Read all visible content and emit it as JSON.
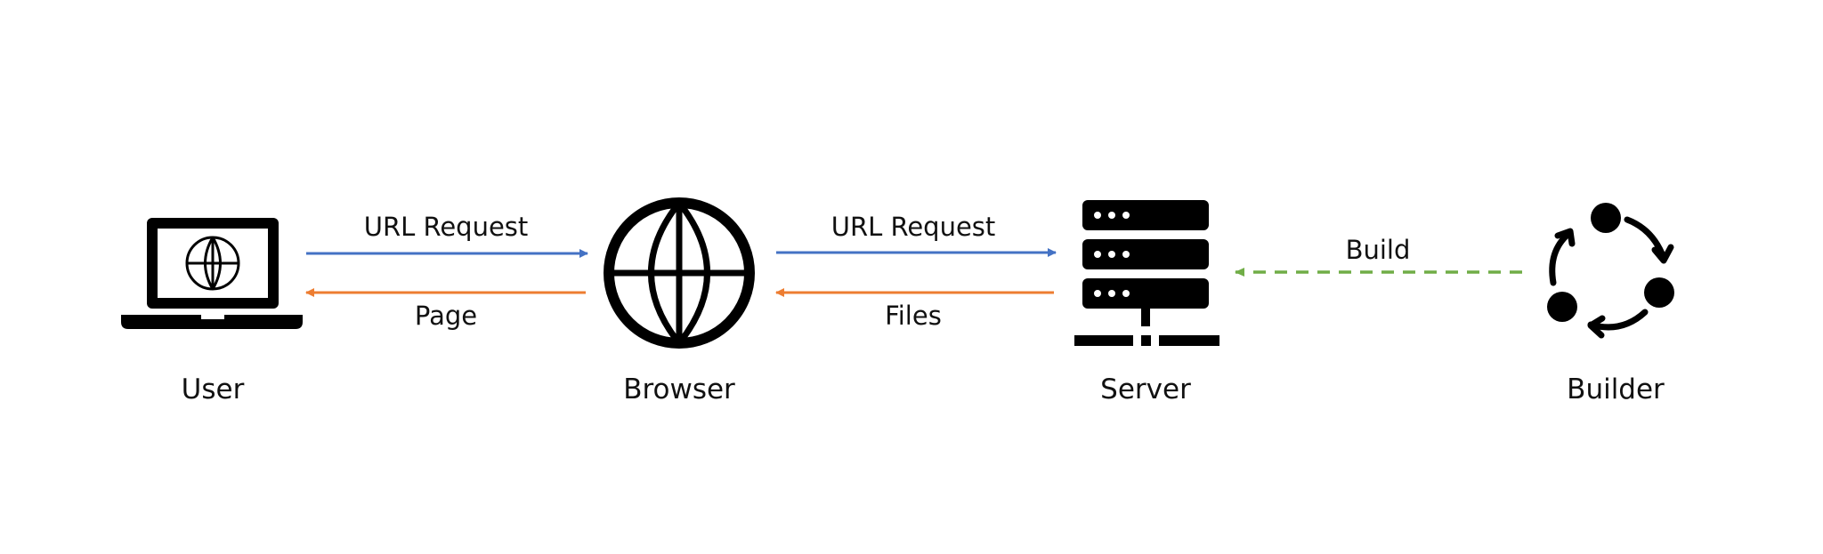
{
  "nodes": {
    "user": {
      "label": "User",
      "icon": "laptop-globe-icon"
    },
    "browser": {
      "label": "Browser",
      "icon": "globe-icon"
    },
    "server": {
      "label": "Server",
      "icon": "server-rack-icon"
    },
    "builder": {
      "label": "Builder",
      "icon": "cycle-icon"
    }
  },
  "edges": {
    "user_to_browser": {
      "label": "URL Request",
      "color": "#4472C4"
    },
    "browser_to_user": {
      "label": "Page",
      "color": "#ED7D31"
    },
    "browser_to_server": {
      "label": "URL Request",
      "color": "#4472C4"
    },
    "server_to_browser": {
      "label": "Files",
      "color": "#ED7D31"
    },
    "builder_to_server": {
      "label": "Build",
      "color": "#70AD47",
      "style": "dashed"
    }
  }
}
